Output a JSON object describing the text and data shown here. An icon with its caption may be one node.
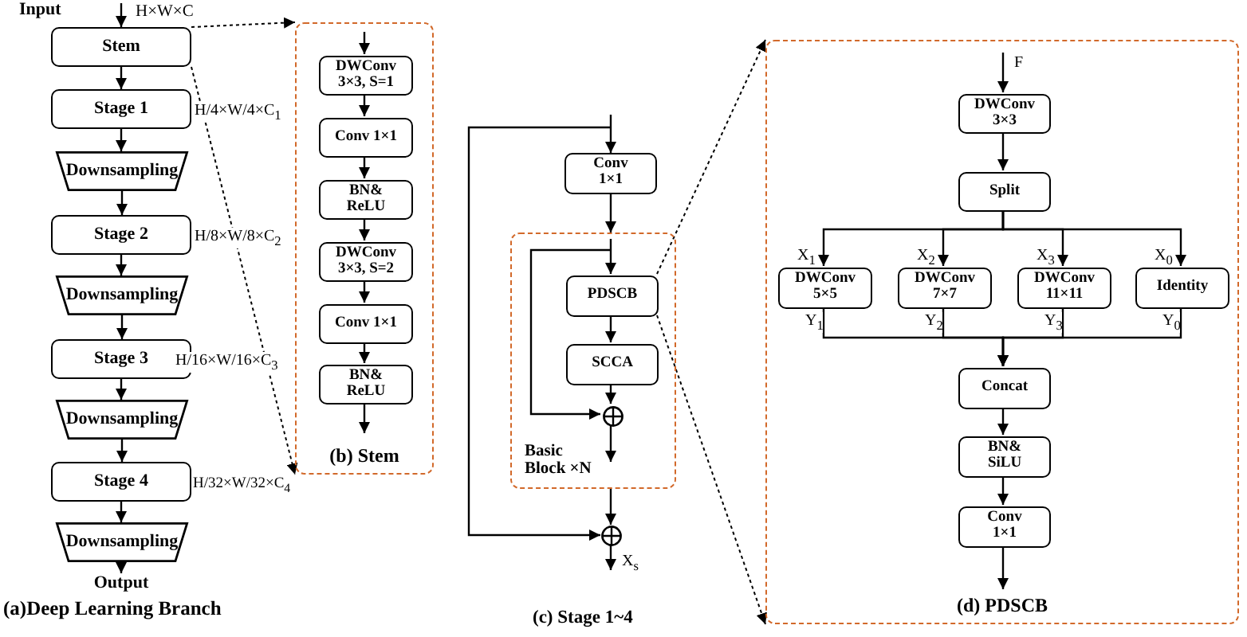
{
  "diagram": {
    "nodes": [
      {
        "text": [
          "Stem"
        ]
      },
      {
        "text": [
          "Stage 1"
        ]
      },
      {
        "text": [
          "Downsampling"
        ]
      },
      {
        "text": [
          "Stage 2"
        ]
      },
      {
        "text": [
          "Downsampling"
        ]
      },
      {
        "text": [
          "Stage 3"
        ]
      },
      {
        "text": [
          "Downsampling"
        ]
      },
      {
        "text": [
          "Stage 4"
        ]
      },
      {
        "text": [
          "Downsampling"
        ]
      },
      {
        "text": [
          "(b) Stem"
        ]
      },
      {
        "text": [
          "DWConv 3×3, S=1"
        ],
        "in": 9
      },
      {
        "text": [
          "Conv 1×1"
        ],
        "in": 9
      },
      {
        "text": [
          "BN& ReLU"
        ],
        "in": 9
      },
      {
        "text": [
          "DWConv 3×3, S=2"
        ],
        "in": 9
      },
      {
        "text": [
          "Conv 1×1"
        ],
        "in": 9
      },
      {
        "text": [
          "BN& ReLU"
        ],
        "in": 9
      },
      {
        "text": [
          "Conv 1×1"
        ]
      },
      {
        "text": [
          "Basic Block ×N"
        ]
      },
      {
        "text": [
          "PDSCB"
        ],
        "in": 17
      },
      {
        "text": [
          "SCCA"
        ],
        "in": 17
      },
      {
        "text": [],
        "shape": "circle",
        "in": 17
      },
      {
        "text": [],
        "shape": "circle"
      },
      {
        "text": [
          "(d) PDSCB"
        ]
      },
      {
        "text": [
          "DWConv 3×3"
        ],
        "in": 22
      },
      {
        "text": [
          "Split"
        ],
        "in": 22
      },
      {
        "text": [
          "DWConv 5×5"
        ],
        "in": 22
      },
      {
        "text": [
          "DWConv 7×7"
        ],
        "in": 22
      },
      {
        "text": [
          "DWConv 11×11"
        ],
        "in": 22
      },
      {
        "text": [
          "Identity"
        ],
        "in": 22
      },
      {
        "text": [
          "Concat"
        ],
        "in": 22
      },
      {
        "text": [
          "BN& SiLU"
        ],
        "in": 22
      },
      {
        "text": [
          "Conv 1×1"
        ],
        "in": 22
      },
      {
        "text": [
          "Output"
        ]
      }
    ],
    "edges": [
      {
        "from": null,
        "to": 0,
        "arrow": "to"
      },
      {
        "from": 0,
        "to": 1,
        "arrow": "to"
      },
      {
        "from": 1,
        "to": 2,
        "arrow": "to"
      },
      {
        "from": 2,
        "to": 3,
        "arrow": "to"
      },
      {
        "from": 3,
        "to": 4,
        "arrow": "to"
      },
      {
        "from": 4,
        "to": 5,
        "arrow": "to"
      },
      {
        "from": 5,
        "to": 6,
        "arrow": "to"
      },
      {
        "from": 6,
        "to": 7,
        "arrow": "to"
      },
      {
        "from": 7,
        "to": 8,
        "arrow": "to"
      },
      {
        "from": 8,
        "to": 32,
        "arrow": "to"
      },
      {
        "from": 0,
        "to": 9,
        "arrow": "to",
        "style": "dashed"
      },
      {
        "from": 0,
        "to": 9,
        "arrow": "to",
        "style": "dashed"
      },
      {
        "from": null,
        "to": 10,
        "arrow": "to"
      },
      {
        "from": 10,
        "to": 11,
        "arrow": "to"
      },
      {
        "from": 11,
        "to": 12,
        "arrow": "to"
      },
      {
        "from": 12,
        "to": 13,
        "arrow": "to"
      },
      {
        "from": 13,
        "to": 14,
        "arrow": "to"
      },
      {
        "from": 14,
        "to": 15,
        "arrow": "to"
      },
      {
        "from": 15,
        "to": null,
        "arrow": "to"
      },
      {
        "from": null,
        "to": 16,
        "arrow": "to"
      },
      {
        "from": null,
        "to": 21,
        "arrow": "to"
      },
      {
        "from": 16,
        "to": 17,
        "arrow": "to"
      },
      {
        "from": null,
        "to": 18,
        "arrow": "to"
      },
      {
        "from": null,
        "to": 20,
        "arrow": "to"
      },
      {
        "from": 18,
        "to": 19,
        "arrow": "to"
      },
      {
        "from": 19,
        "to": 20,
        "arrow": "to"
      },
      {
        "from": 20,
        "to": null,
        "arrow": "to"
      },
      {
        "from": 17,
        "to": 21,
        "arrow": "to"
      },
      {
        "from": 21,
        "to": null,
        "arrow": "to",
        "label": "X$_{s}$"
      },
      {
        "from": 18,
        "to": 22,
        "arrow": "to",
        "style": "dashed"
      },
      {
        "from": 18,
        "to": 22,
        "arrow": "to",
        "style": "dashed"
      },
      {
        "from": null,
        "to": 23,
        "arrow": "to",
        "label": "F"
      },
      {
        "from": 23,
        "to": 24,
        "arrow": "to"
      },
      {
        "from": 24,
        "to": 25,
        "arrow": "to",
        "label": "X$_{1}$"
      },
      {
        "from": 24,
        "to": 26,
        "arrow": "to",
        "label": "X$_{2}$"
      },
      {
        "from": 24,
        "to": 27,
        "arrow": "to",
        "label": "X$_{3}$"
      },
      {
        "from": 24,
        "to": 28,
        "arrow": "to",
        "label": "X$_{0}$"
      },
      {
        "from": 25,
        "to": 29,
        "arrow": "to",
        "label": "Y$_{1}$"
      },
      {
        "from": 26,
        "to": 29,
        "arrow": "to",
        "label": "Y$_{2}$"
      },
      {
        "from": 27,
        "to": 29,
        "arrow": "to",
        "label": "Y$_{3}$"
      },
      {
        "from": 28,
        "to": 29,
        "arrow": "to",
        "label": "Y$_{0}$"
      },
      {
        "from": 29,
        "to": 30,
        "arrow": "to"
      },
      {
        "from": 30,
        "to": 31,
        "arrow": "to"
      },
      {
        "from": 31,
        "to": null,
        "arrow": "to"
      }
    ],
    "labels": [
      "Input",
      "H×W×C",
      "H/4×W/4×C$_{1}$",
      "H/8×W/8×C$_{2}$",
      "H/16×W/16×C$_{3}$",
      "H/32×W/32×C$_{4}$",
      "(a)Deep Learning Branch",
      "(c) Stage 1~4"
    ]
  }
}
